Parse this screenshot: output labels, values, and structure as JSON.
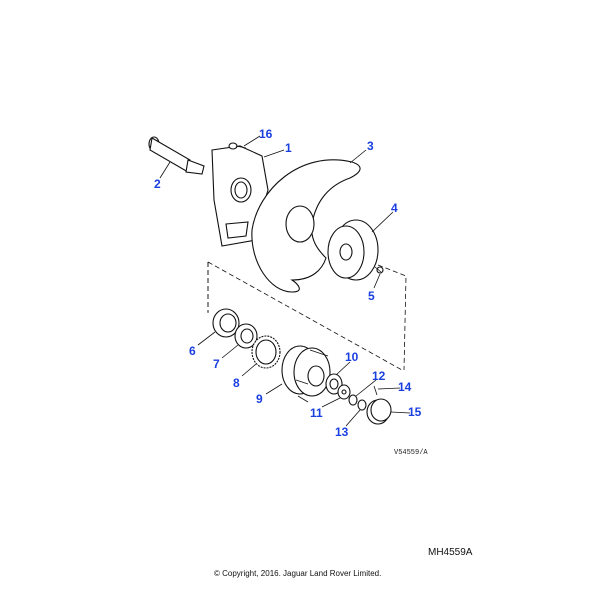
{
  "diagram": {
    "callouts": [
      "1",
      "2",
      "3",
      "4",
      "5",
      "6",
      "7",
      "8",
      "9",
      "10",
      "11",
      "12",
      "13",
      "14",
      "15",
      "16"
    ],
    "drawing_ref": "V54559/A",
    "label_color": "#1a3fe0"
  },
  "footer": {
    "figure_code": "MH4559A",
    "copyright": "© Copyright, 2016. Jaguar Land Rover Limited."
  }
}
